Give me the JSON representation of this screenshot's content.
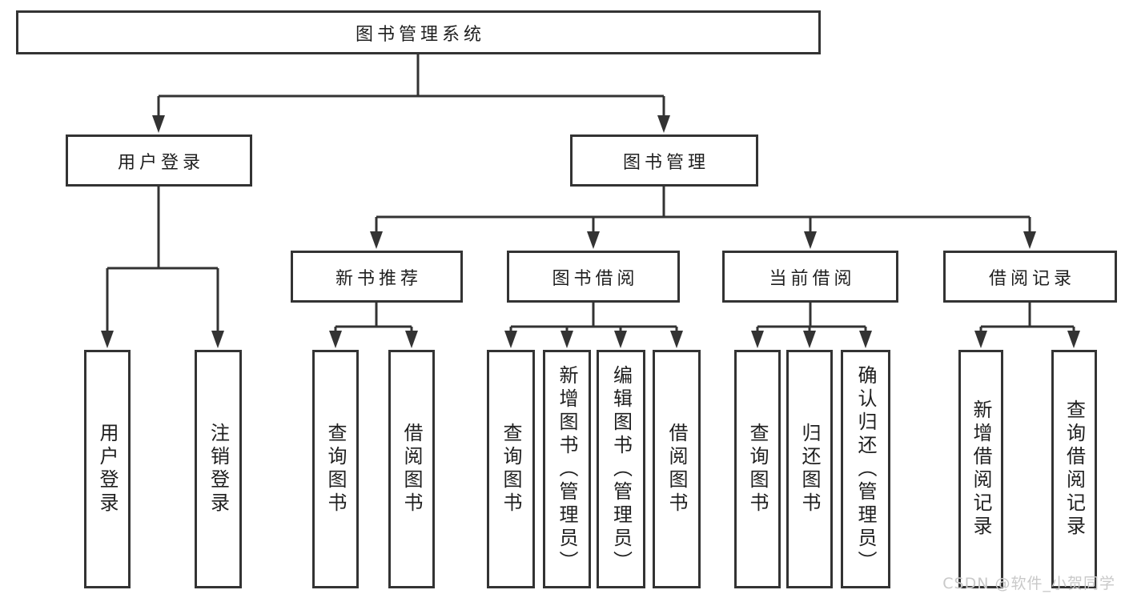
{
  "diagram": {
    "root_label": "图书管理系统",
    "level2": [
      {
        "label": "用户登录",
        "children": [
          "用户登录",
          "注销登录"
        ]
      },
      {
        "label": "图书管理",
        "groups": [
          {
            "label": "新书推荐",
            "children": [
              "查询图书",
              "借阅图书"
            ]
          },
          {
            "label": "图书借阅",
            "children": [
              "查询图书",
              "新增图书（管理员）",
              "编辑图书（管理员）",
              "借阅图书"
            ]
          },
          {
            "label": "当前借阅",
            "children": [
              "查询图书",
              "归还图书",
              "确认归还（管理员）"
            ]
          },
          {
            "label": "借阅记录",
            "children": [
              "新增借阅记录",
              "查询借阅记录"
            ]
          }
        ]
      }
    ]
  },
  "watermark": {
    "text": "CSDN @软件_小贺同学"
  },
  "colors": {
    "line": "#333333",
    "box_border": "#333333",
    "text": "#1f1f1f",
    "watermark": "#c9c9c9",
    "background": "#ffffff"
  }
}
